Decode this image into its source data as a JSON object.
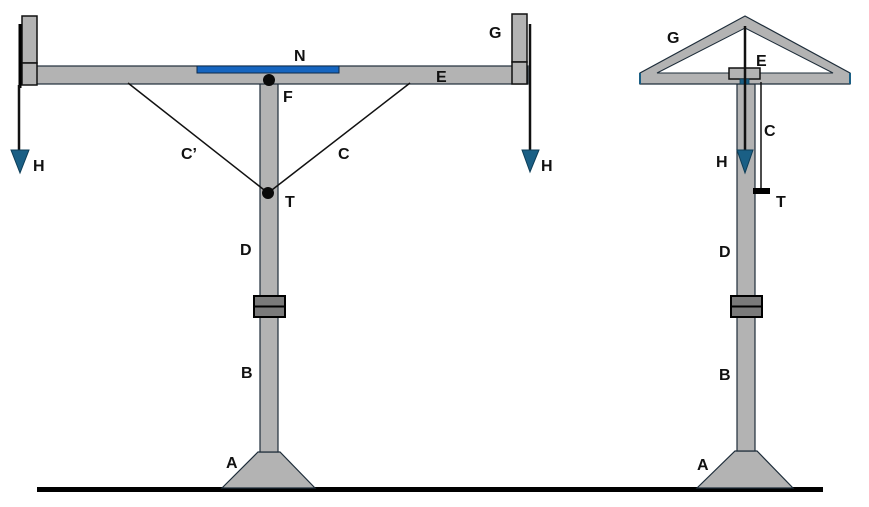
{
  "title": "Crane / T-frame structure, front and side views",
  "colors": {
    "member_fill": "#b3b3b3",
    "member_outline": "#1e2d3a",
    "plate_blue": "#1565c0",
    "weight_blue": "#1a5f85",
    "coupling": "#7a7a7a",
    "ground": "#000000"
  },
  "front_view": {
    "labels": {
      "base": "A",
      "lower_column": "B",
      "upper_column": "D",
      "beam": "E",
      "top_pivot": "F",
      "end_post": "G",
      "left_weight": "H",
      "right_weight": "H",
      "top_plate": "N",
      "left_cable": "C’",
      "right_cable": "C",
      "cable_anchor": "T"
    }
  },
  "side_view": {
    "labels": {
      "base": "A",
      "lower_column": "B",
      "upper_column": "D",
      "beam": "E",
      "roof_frame": "G",
      "weight": "H",
      "cable": "C",
      "cable_anchor": "T"
    }
  }
}
